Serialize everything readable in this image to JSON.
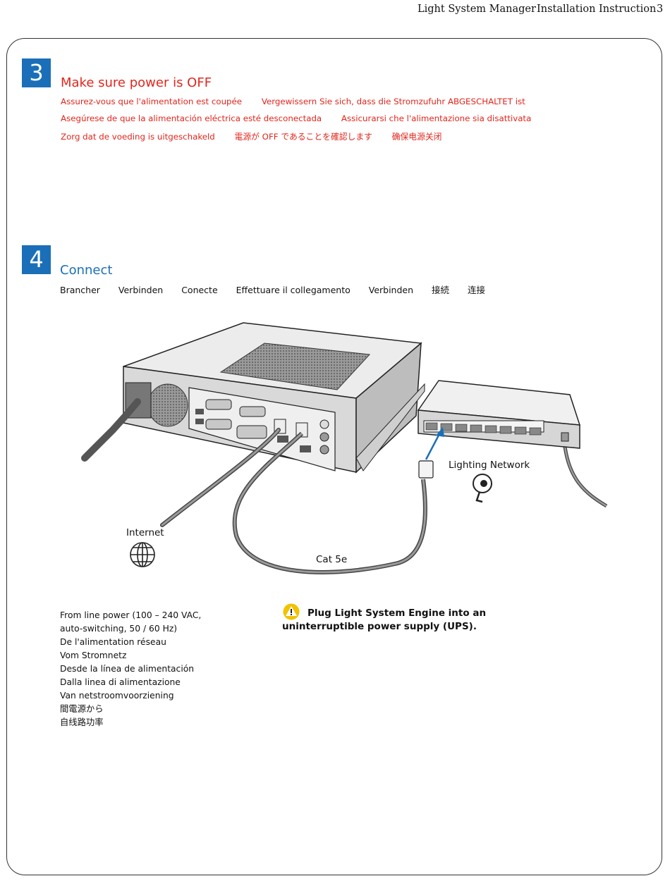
{
  "header": {
    "product": "Light System Manager",
    "doc_title": "Installation Instruction",
    "page_number": "3"
  },
  "step3": {
    "number": "3",
    "title": "Make sure power is OFF",
    "translations_line1": [
      "Assurez-vous que l'alimentation est coupée",
      "Vergewissern Sie sich, dass die Stromzufuhr ABGESCHALTET ist"
    ],
    "translations_line2": [
      "Asegúrese de que la alimentación eléctrica esté desconectada",
      "Assicurarsi che l'alimentazione sia disattivata"
    ],
    "translations_line3": [
      "Zorg dat de voeding is uitgeschakeld",
      "電源が OFF であることを確認します",
      "确保电源关闭"
    ]
  },
  "step4": {
    "number": "4",
    "title": "Connect",
    "translations": [
      "Brancher",
      "Verbinden",
      "Conecte",
      "Effettuare il collegamento",
      "Verbinden",
      "接続",
      "连接"
    ]
  },
  "illustration": {
    "labels": {
      "lighting_network": "Lighting Network",
      "internet": "Internet",
      "cable": "Cat 5e"
    },
    "icons": [
      "globe-icon",
      "spotlight-icon",
      "computer-unit",
      "network-switch"
    ]
  },
  "power_text": [
    "From line power (100 – 240 VAC,",
    "auto-switching, 50 / 60 Hz)",
    "De l'alimentation réseau",
    "Vom Stromnetz",
    "Desde la línea de alimentación",
    "Dalla linea di alimentazione",
    "Van netstroomvoorziening",
    "間電源から",
    "自线路功率"
  ],
  "note": {
    "text": "Plug Light System Engine into an uninterruptible power supply (UPS).",
    "icon": "warning-icon",
    "icon_color": "#f2c200"
  },
  "colors": {
    "accent_blue": "#1a6fb8",
    "warning_red": "#e1261c"
  }
}
